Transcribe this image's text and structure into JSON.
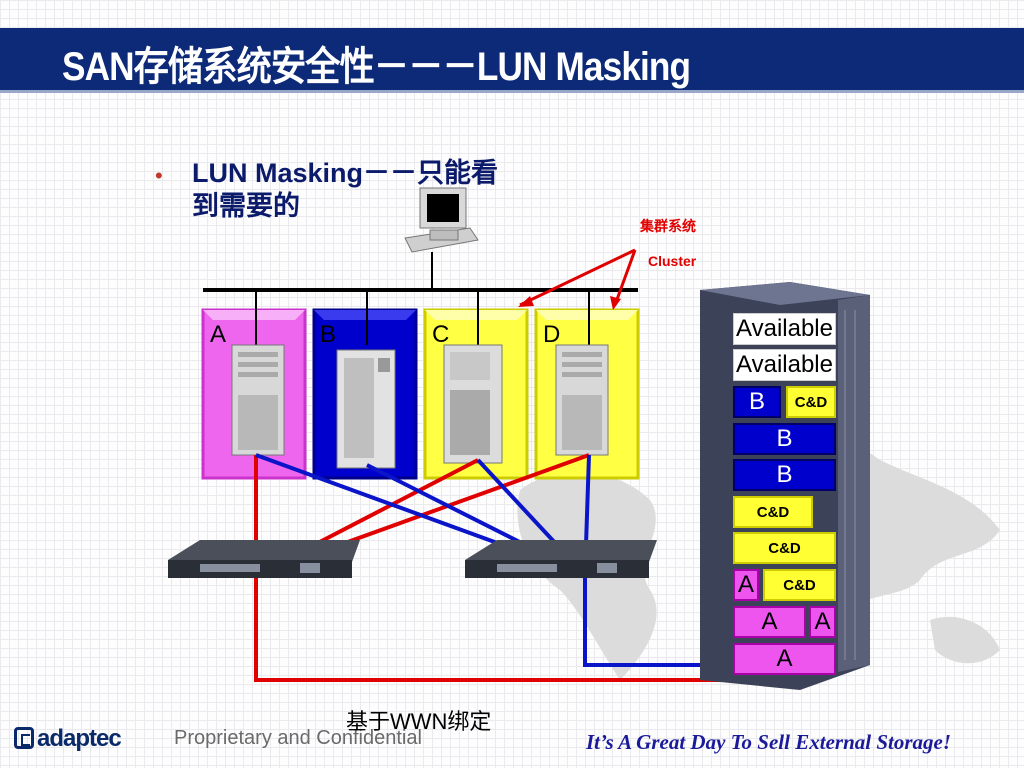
{
  "slide": {
    "title": "SAN存储系统安全性－－－LUN Masking",
    "bullet_line1": "LUN Masking－－只能看",
    "bullet_line2": "到需要的",
    "bullet_mark": "•",
    "cluster_cn": "集群系统",
    "cluster_en": "Cluster"
  },
  "servers": [
    {
      "label": "A",
      "color": "#ee66ee"
    },
    {
      "label": "B",
      "color": "#0000cc"
    },
    {
      "label": "C",
      "color": "#ffff44"
    },
    {
      "label": "D",
      "color": "#ffff44"
    }
  ],
  "storage": {
    "row1": "Available",
    "row2": "Available",
    "row3_left": "B",
    "row3_right": "C&D",
    "row4": "B",
    "row5": "B",
    "row6": "C&D",
    "row7": "C&D",
    "row8_left": "A",
    "row8_right": "C&D",
    "row9_left": "A",
    "row9_right": "A",
    "row10": "A"
  },
  "colors": {
    "title_bg": "#0d2a78",
    "red_link": "#e00000",
    "blue_link": "#0a14c8"
  },
  "footer": {
    "logo": "adaptec",
    "confidential": "Proprietary and Confidential",
    "wwn": "基于WWN绑定",
    "slogan": "It’s A Great Day To Sell External Storage!"
  }
}
